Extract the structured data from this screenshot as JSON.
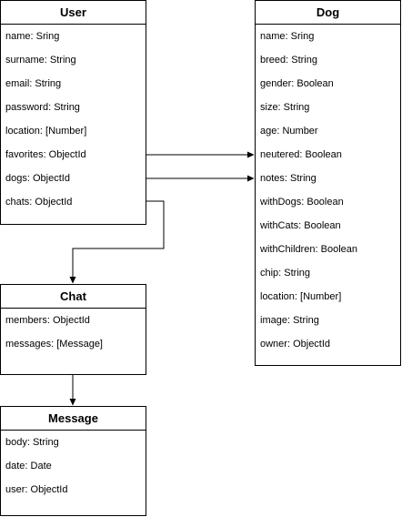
{
  "entities": {
    "user": {
      "title": "User",
      "fields": [
        "name: Sring",
        "surname: String",
        "email: String",
        "password: String",
        "location: [Number]",
        "favorites: ObjectId",
        "dogs: ObjectId",
        "chats: ObjectId"
      ]
    },
    "dog": {
      "title": "Dog",
      "fields": [
        "name: Sring",
        "breed: String",
        "gender: Boolean",
        "size: String",
        "age: Number",
        "neutered: Boolean",
        "notes: String",
        "withDogs: Boolean",
        "withCats: Boolean",
        "withChildren: Boolean",
        "chip: String",
        "location: [Number]",
        "image: String",
        "owner: ObjectId"
      ]
    },
    "chat": {
      "title": "Chat",
      "fields": [
        "members: ObjectId",
        "messages: [Message]"
      ]
    },
    "message": {
      "title": "Message",
      "fields": [
        "body: String",
        "date: Date",
        "user: ObjectId"
      ]
    }
  },
  "connectors": [
    {
      "from": "user.favorites",
      "to": "dog"
    },
    {
      "from": "user.dogs",
      "to": "dog"
    },
    {
      "from": "user.chats",
      "to": "chat"
    },
    {
      "from": "chat",
      "to": "message"
    }
  ],
  "colors": {
    "line": "#000000",
    "background": "#ffffff"
  }
}
